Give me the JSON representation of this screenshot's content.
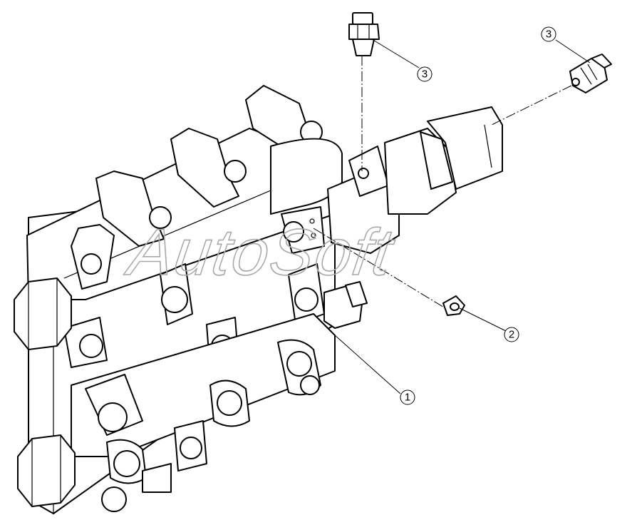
{
  "watermark": "AutoSoft",
  "callouts": [
    {
      "id": "callout-1",
      "label": "1"
    },
    {
      "id": "callout-2",
      "label": "2"
    },
    {
      "id": "callout-3-top",
      "label": "3"
    },
    {
      "id": "callout-3-right",
      "label": "3"
    }
  ],
  "colors": {
    "line": "#000000",
    "background": "#ffffff",
    "watermark": "#a9a9a9"
  }
}
